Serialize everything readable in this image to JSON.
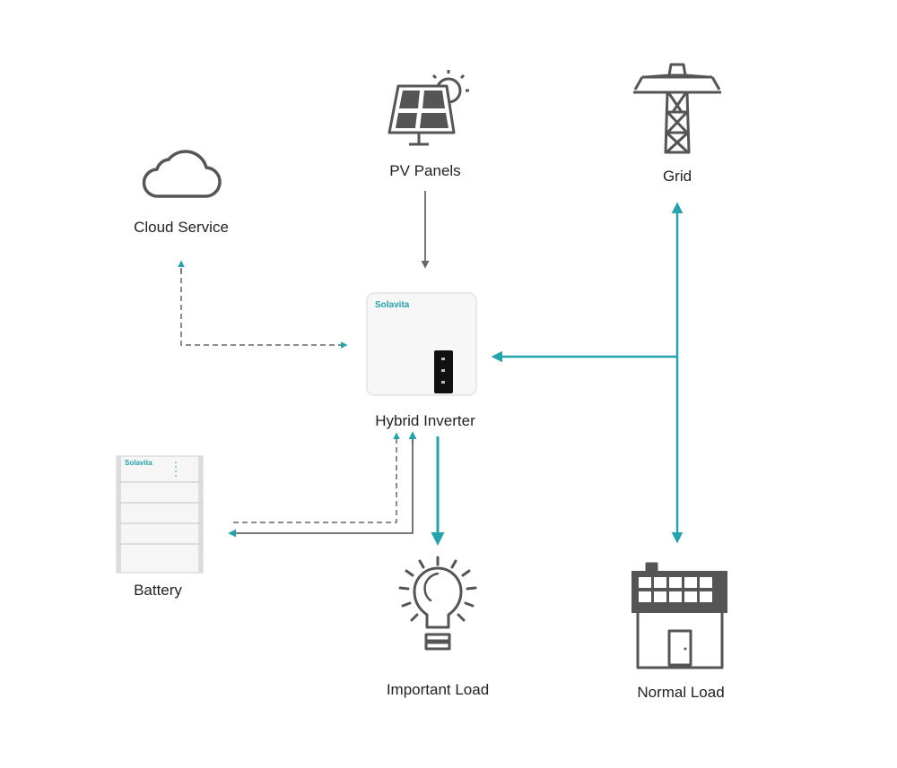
{
  "nodes": {
    "pv_panels": {
      "label": "PV Panels"
    },
    "grid": {
      "label": "Grid"
    },
    "cloud_service": {
      "label": "Cloud Service"
    },
    "hybrid_inverter": {
      "label": "Hybrid Inverter",
      "brand": "Solavita"
    },
    "battery": {
      "label": "Battery",
      "brand": "Solavita"
    },
    "important_load": {
      "label": "Important Load"
    },
    "normal_load": {
      "label": "Normal Load"
    }
  },
  "colors": {
    "accent": "#22a3ad",
    "gray": "#666666",
    "icon": "#555555"
  }
}
